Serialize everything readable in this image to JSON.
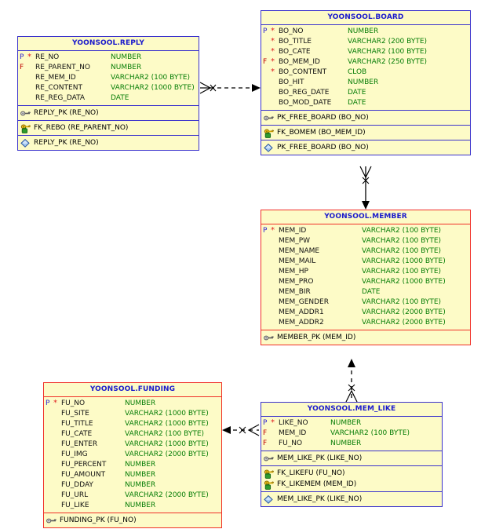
{
  "diagram": {
    "type": "entity-relationship-diagram",
    "schema": "YOONSOOL",
    "colors": {
      "entity_fill": "#fdfbc7",
      "border_blue": "#3b33cc",
      "border_red": "#f03028",
      "title_text": "#1a1acc",
      "datatype_text": "#067d06",
      "pk_marker": "#2a1fd0",
      "fk_marker": "#c00000",
      "notnull_star": "#e02020",
      "connector": "#000000"
    }
  },
  "entities": [
    {
      "id": "reply",
      "title": "YOONSOOL.REPLY",
      "border": "blue",
      "columns": [
        {
          "key": "P",
          "star": true,
          "name": "RE_NO",
          "type": "NUMBER"
        },
        {
          "key": "F",
          "star": false,
          "name": "RE_PARENT_NO",
          "type": "NUMBER"
        },
        {
          "key": "",
          "star": false,
          "name": "RE_MEM_ID",
          "type": "VARCHAR2 (100 BYTE)"
        },
        {
          "key": "",
          "star": false,
          "name": "RE_CONTENT",
          "type": "VARCHAR2 (1000 BYTE)"
        },
        {
          "key": "",
          "star": false,
          "name": "RE_REG_DATA",
          "type": "DATE"
        }
      ],
      "sections": [
        {
          "icon": "pk-key-icon",
          "rows": [
            "REPLY_PK (RE_NO)"
          ]
        },
        {
          "icon": "fk-key-icon",
          "rows": [
            "FK_REBO (RE_PARENT_NO)"
          ]
        },
        {
          "icon": "index-diamond-icon",
          "rows": [
            "REPLY_PK (RE_NO)"
          ]
        }
      ]
    },
    {
      "id": "board",
      "title": "YOONSOOL.BOARD",
      "border": "blue",
      "columns": [
        {
          "key": "P",
          "star": true,
          "name": "BO_NO",
          "type": "NUMBER"
        },
        {
          "key": "",
          "star": true,
          "name": "BO_TITLE",
          "type": "VARCHAR2 (200 BYTE)"
        },
        {
          "key": "",
          "star": true,
          "name": "BO_CATE",
          "type": "VARCHAR2 (100 BYTE)"
        },
        {
          "key": "F",
          "star": true,
          "name": "BO_MEM_ID",
          "type": "VARCHAR2 (250 BYTE)"
        },
        {
          "key": "",
          "star": true,
          "name": "BO_CONTENT",
          "type": "CLOB"
        },
        {
          "key": "",
          "star": false,
          "name": "BO_HIT",
          "type": "NUMBER"
        },
        {
          "key": "",
          "star": false,
          "name": "BO_REG_DATE",
          "type": "DATE"
        },
        {
          "key": "",
          "star": false,
          "name": "BO_MOD_DATE",
          "type": "DATE"
        }
      ],
      "sections": [
        {
          "icon": "pk-key-icon",
          "rows": [
            "PK_FREE_BOARD (BO_NO)"
          ]
        },
        {
          "icon": "fk-key-icon",
          "rows": [
            "FK_BOMEM (BO_MEM_ID)"
          ]
        },
        {
          "icon": "index-diamond-icon",
          "rows": [
            "PK_FREE_BOARD (BO_NO)"
          ]
        }
      ]
    },
    {
      "id": "member",
      "title": "YOONSOOL.MEMBER",
      "border": "red",
      "columns": [
        {
          "key": "P",
          "star": true,
          "name": "MEM_ID",
          "type": "VARCHAR2 (100 BYTE)"
        },
        {
          "key": "",
          "star": false,
          "name": "MEM_PW",
          "type": "VARCHAR2 (100 BYTE)"
        },
        {
          "key": "",
          "star": false,
          "name": "MEM_NAME",
          "type": "VARCHAR2 (100 BYTE)"
        },
        {
          "key": "",
          "star": false,
          "name": "MEM_MAIL",
          "type": "VARCHAR2 (1000 BYTE)"
        },
        {
          "key": "",
          "star": false,
          "name": "MEM_HP",
          "type": "VARCHAR2 (100 BYTE)"
        },
        {
          "key": "",
          "star": false,
          "name": "MEM_PRO",
          "type": "VARCHAR2 (1000 BYTE)"
        },
        {
          "key": "",
          "star": false,
          "name": "MEM_BIR",
          "type": "DATE"
        },
        {
          "key": "",
          "star": false,
          "name": "MEM_GENDER",
          "type": "VARCHAR2 (100 BYTE)"
        },
        {
          "key": "",
          "star": false,
          "name": "MEM_ADDR1",
          "type": "VARCHAR2 (2000 BYTE)"
        },
        {
          "key": "",
          "star": false,
          "name": "MEM_ADDR2",
          "type": "VARCHAR2 (2000 BYTE)"
        }
      ],
      "sections": [
        {
          "icon": "pk-key-icon",
          "rows": [
            "MEMBER_PK (MEM_ID)"
          ]
        }
      ]
    },
    {
      "id": "funding",
      "title": "YOONSOOL.FUNDING",
      "border": "red",
      "columns": [
        {
          "key": "P",
          "star": true,
          "name": "FU_NO",
          "type": "NUMBER"
        },
        {
          "key": "",
          "star": false,
          "name": "FU_SITE",
          "type": "VARCHAR2 (1000 BYTE)"
        },
        {
          "key": "",
          "star": false,
          "name": "FU_TITLE",
          "type": "VARCHAR2 (1000 BYTE)"
        },
        {
          "key": "",
          "star": false,
          "name": "FU_CATE",
          "type": "VARCHAR2 (100 BYTE)"
        },
        {
          "key": "",
          "star": false,
          "name": "FU_ENTER",
          "type": "VARCHAR2 (1000 BYTE)"
        },
        {
          "key": "",
          "star": false,
          "name": "FU_IMG",
          "type": "VARCHAR2 (2000 BYTE)"
        },
        {
          "key": "",
          "star": false,
          "name": "FU_PERCENT",
          "type": "NUMBER"
        },
        {
          "key": "",
          "star": false,
          "name": "FU_AMOUNT",
          "type": "NUMBER"
        },
        {
          "key": "",
          "star": false,
          "name": "FU_DDAY",
          "type": "NUMBER"
        },
        {
          "key": "",
          "star": false,
          "name": "FU_URL",
          "type": "VARCHAR2 (2000 BYTE)"
        },
        {
          "key": "",
          "star": false,
          "name": "FU_LIKE",
          "type": "NUMBER"
        }
      ],
      "sections": [
        {
          "icon": "pk-key-icon",
          "rows": [
            "FUNDING_PK (FU_NO)"
          ]
        }
      ]
    },
    {
      "id": "mem_like",
      "title": "YOONSOOL.MEM_LIKE",
      "border": "blue",
      "columns": [
        {
          "key": "P",
          "star": true,
          "name": "LIKE_NO",
          "type": "NUMBER"
        },
        {
          "key": "F",
          "star": false,
          "name": "MEM_ID",
          "type": "VARCHAR2 (100 BYTE)"
        },
        {
          "key": "F",
          "star": false,
          "name": "FU_NO",
          "type": "NUMBER"
        }
      ],
      "sections": [
        {
          "icon": "pk-key-icon",
          "rows": [
            "MEM_LIKE_PK (LIKE_NO)"
          ]
        },
        {
          "icon": "fk-key-icon",
          "rows": [
            "FK_LIKEFU (FU_NO)",
            "FK_LIKEMEM (MEM_ID)"
          ]
        },
        {
          "icon": "index-diamond-icon",
          "rows": [
            "MEM_LIKE_PK (LIKE_NO)"
          ]
        }
      ]
    }
  ],
  "relationships": [
    {
      "id": "reply-board",
      "from": "reply",
      "to": "board",
      "style": "dashed",
      "from_end": "crow-foot",
      "to_end": "arrow"
    },
    {
      "id": "board-member",
      "from": "board",
      "to": "member",
      "style": "solid",
      "from_end": "crow-foot",
      "to_end": "arrow"
    },
    {
      "id": "memlike-member",
      "from": "mem_like",
      "to": "member",
      "style": "dashed",
      "from_end": "crow-foot",
      "to_end": "arrow"
    },
    {
      "id": "memlike-funding",
      "from": "mem_like",
      "to": "funding",
      "style": "dashed",
      "from_end": "crow-foot",
      "to_end": "arrow"
    }
  ]
}
